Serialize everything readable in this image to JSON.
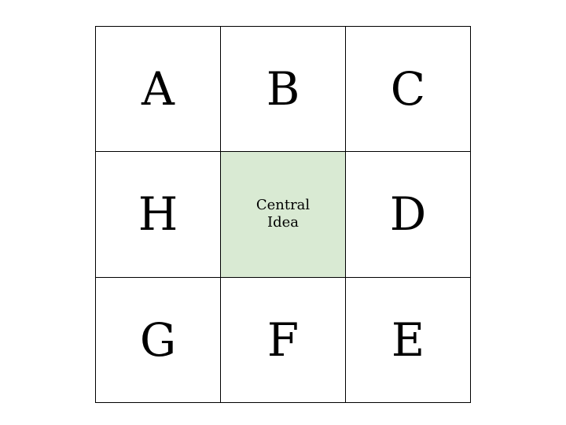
{
  "grid": {
    "cells": [
      {
        "id": "A",
        "label": "A"
      },
      {
        "id": "B",
        "label": "B"
      },
      {
        "id": "C",
        "label": "C"
      },
      {
        "id": "H",
        "label": "H"
      },
      {
        "id": "center",
        "label": "Central Idea"
      },
      {
        "id": "D",
        "label": "D"
      },
      {
        "id": "G",
        "label": "G"
      },
      {
        "id": "F",
        "label": "F"
      },
      {
        "id": "E",
        "label": "E"
      }
    ]
  },
  "colors": {
    "center_fill": "#d9ead3",
    "border": "#000000"
  }
}
